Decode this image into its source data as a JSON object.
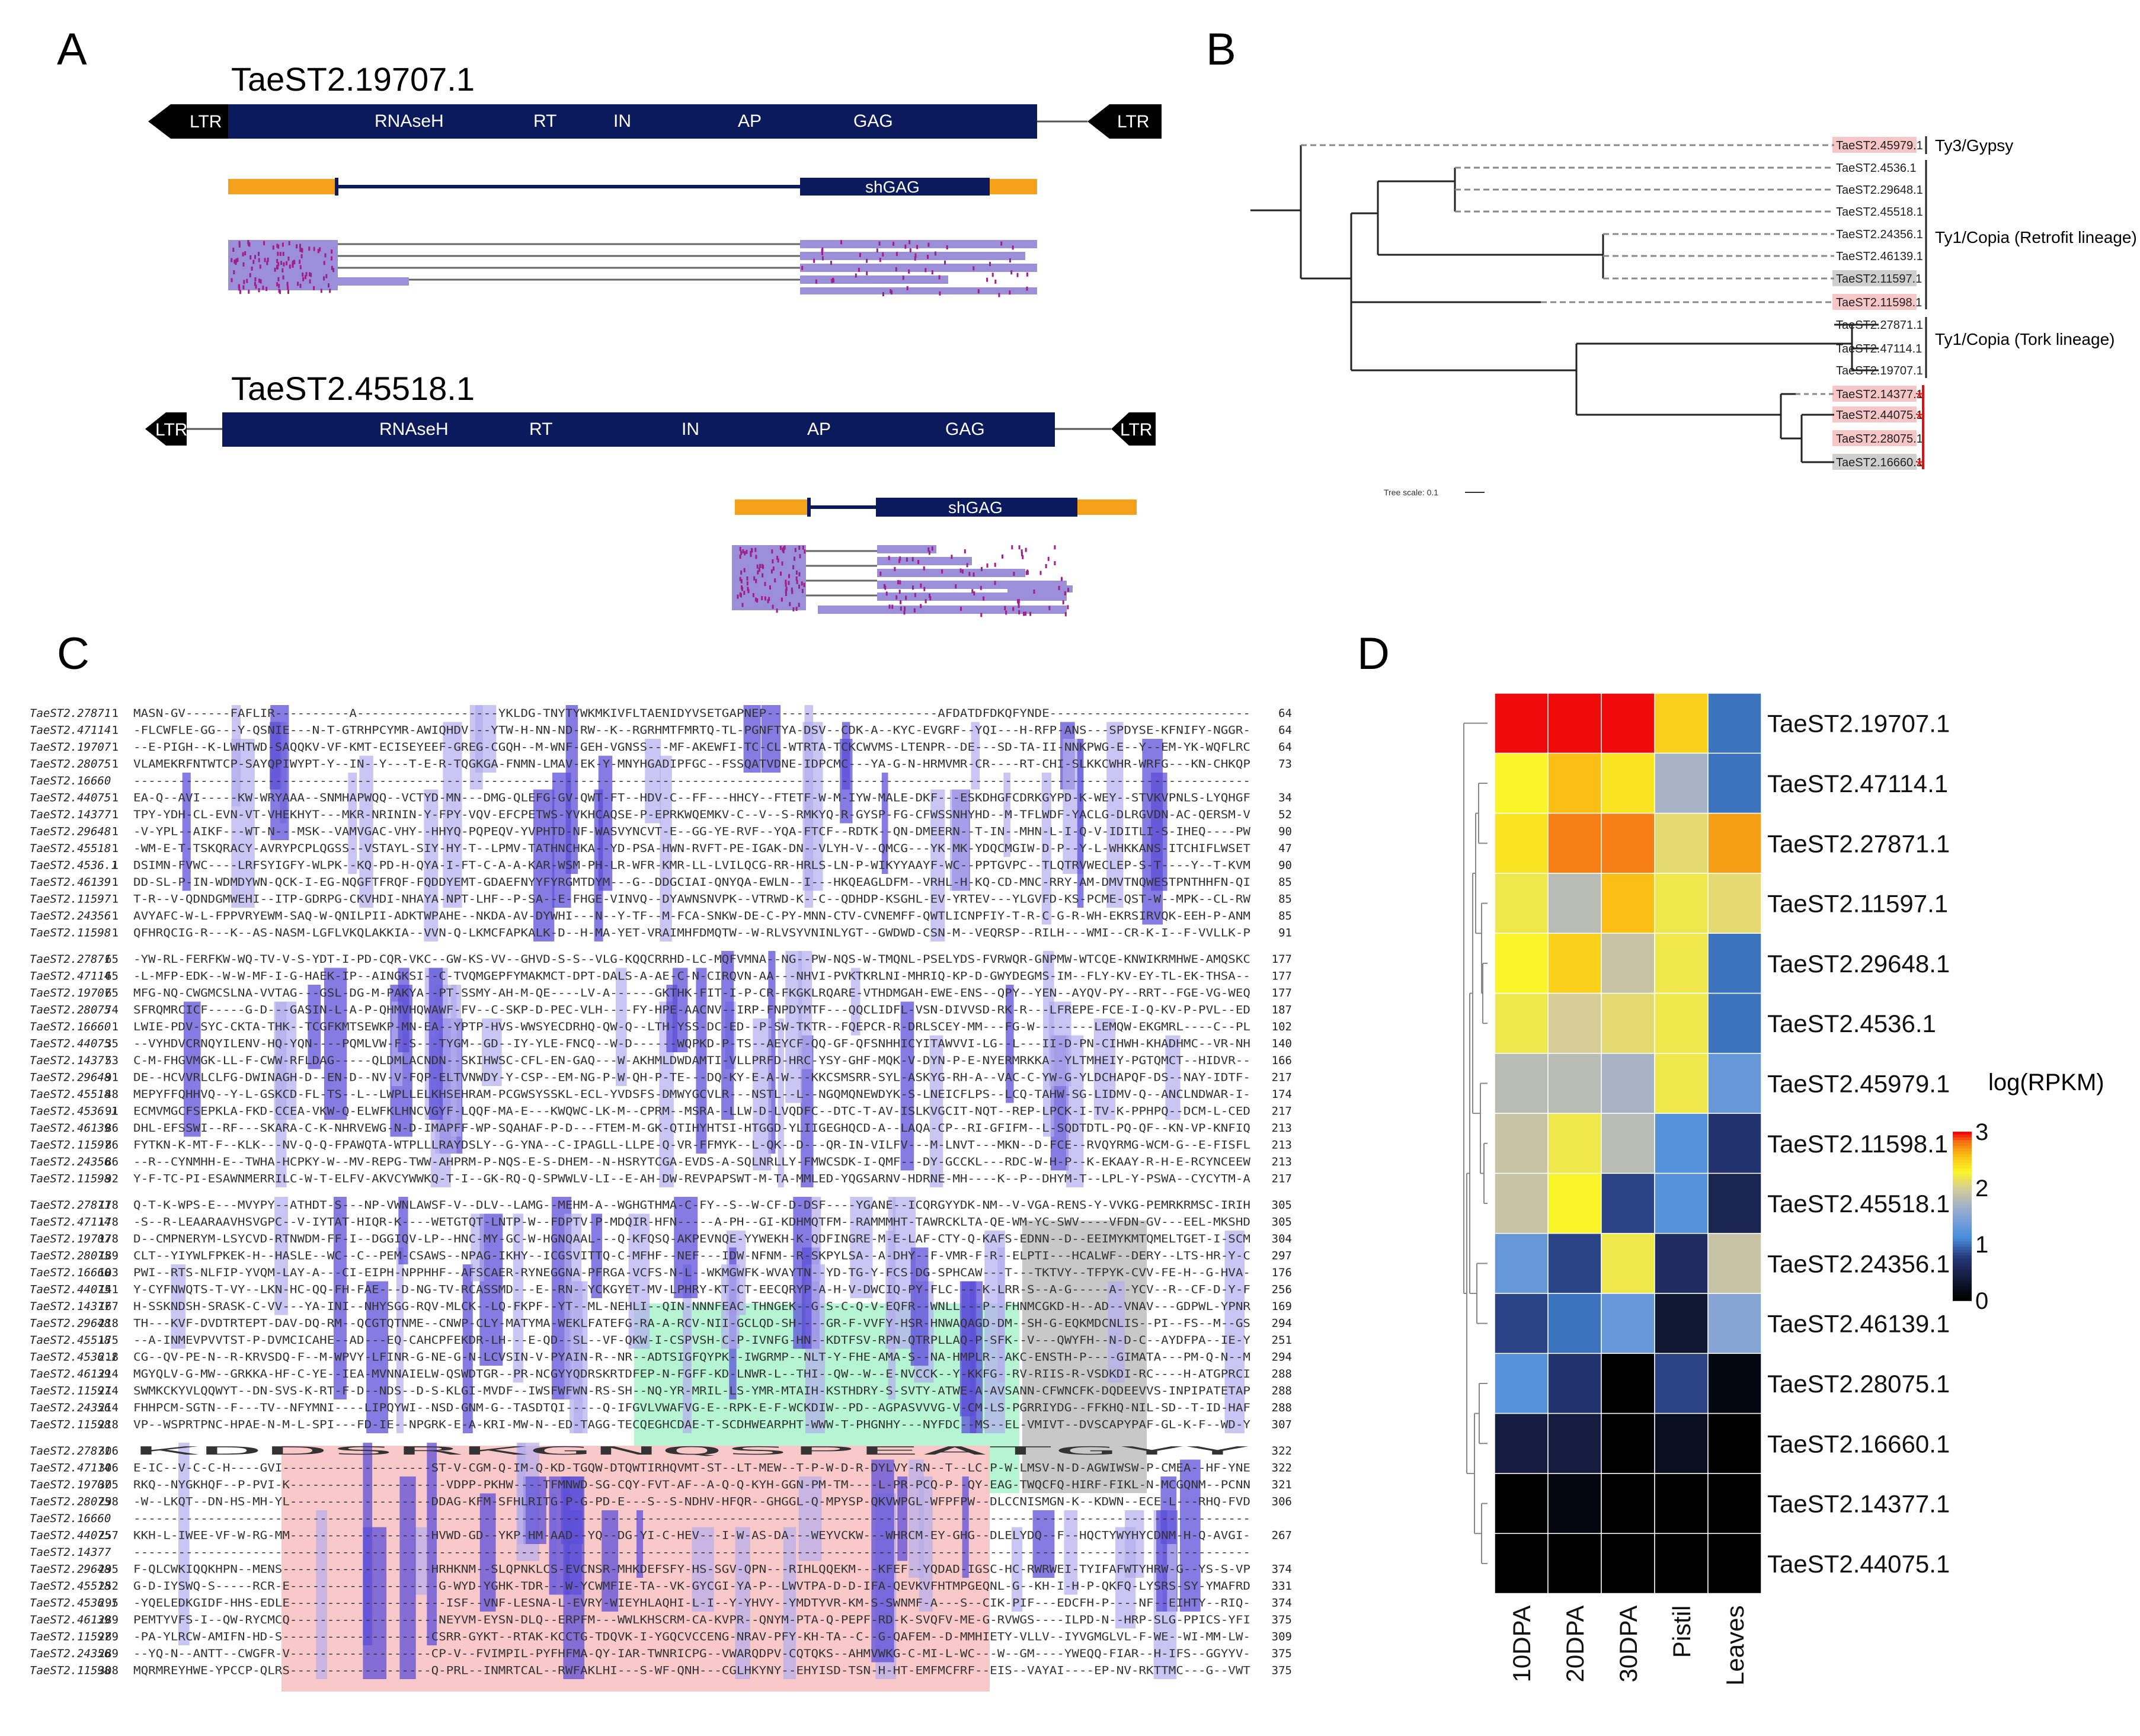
{
  "panel_labels": {
    "a": "A",
    "b": "B",
    "c": "C",
    "d": "D"
  },
  "panel_a": {
    "elements": [
      {
        "name": "TaeST2.19707.1",
        "ltr_left": "LTR",
        "ltr_right": "LTR",
        "domains": [
          "RNAseH",
          "RT",
          "IN",
          "AP",
          "GAG"
        ],
        "short_transcript_label": "shGAG"
      },
      {
        "name": "TaeST2.45518.1",
        "ltr_left": "LTR",
        "ltr_right": "LTR",
        "domains": [
          "RNAseH",
          "RT",
          "IN",
          "AP",
          "GAG"
        ],
        "short_transcript_label": "shGAG"
      }
    ],
    "colors": {
      "element_body": "#0b1a5c",
      "utr": "#f5a01a",
      "reads": "#9a8fd8",
      "read_marks": "#a0208a"
    }
  },
  "panel_b": {
    "tree_scale": "Tree scale: 0.1",
    "leaves": [
      {
        "name": "TaeST2.45979.1",
        "highlight": "pink",
        "star": false
      },
      {
        "name": "TaeST2.4536.1",
        "highlight": "none",
        "star": false
      },
      {
        "name": "TaeST2.29648.1",
        "highlight": "none",
        "star": false
      },
      {
        "name": "TaeST2.45518.1",
        "highlight": "none",
        "star": false
      },
      {
        "name": "TaeST2.24356.1",
        "highlight": "none",
        "star": false
      },
      {
        "name": "TaeST2.46139.1",
        "highlight": "none",
        "star": false
      },
      {
        "name": "TaeST2.11597.1",
        "highlight": "grey",
        "star": false
      },
      {
        "name": "TaeST2.11598.1",
        "highlight": "pink",
        "star": false
      },
      {
        "name": "TaeST2.27871.1",
        "highlight": "none",
        "star": false
      },
      {
        "name": "TaeST2.47114.1",
        "highlight": "none",
        "star": false
      },
      {
        "name": "TaeST2.19707.1",
        "highlight": "none",
        "star": false
      },
      {
        "name": "TaeST2.14377.1",
        "highlight": "pink",
        "star": true
      },
      {
        "name": "TaeST2.44075.1",
        "highlight": "pink",
        "star": true
      },
      {
        "name": "TaeST2.28075.1",
        "highlight": "pink",
        "star": false
      },
      {
        "name": "TaeST2.16660.1",
        "highlight": "grey",
        "star": true
      }
    ],
    "clades": [
      "Ty3/Gypsy",
      "Ty1/Copia (Retrofit lineage)",
      "Ty1/Copia (Tork lineage)"
    ],
    "star_symbol": "*"
  },
  "panel_c": {
    "block1": {
      "names": [
        "TaeST2.27871",
        "TaeST2.47114",
        "TaeST2.19707",
        "TaeST2.28075",
        "TaeST2.16660",
        "TaeST2.44075",
        "TaeST2.14377",
        "TaeST2.29648",
        "TaeST2.45518",
        "TaeST2.4536.1",
        "TaeST2.46139",
        "TaeST2.11597",
        "TaeST2.24356",
        "TaeST2.11598"
      ],
      "starts": [
        "1",
        "1",
        "1",
        "1",
        "",
        "1",
        "1",
        "1",
        "1",
        "1",
        "1",
        "1",
        "1",
        "1"
      ],
      "ends": [
        "64",
        "64",
        "64",
        "73",
        "",
        "34",
        "52",
        "90",
        "47",
        "90",
        "85",
        "85",
        "85",
        "91"
      ]
    },
    "block2": {
      "names": [
        "TaeST2.27871",
        "TaeST2.47114",
        "TaeST2.19707",
        "TaeST2.28075",
        "TaeST2.16660",
        "TaeST2.44075",
        "TaeST2.14377",
        "TaeST2.29648",
        "TaeST2.45518",
        "TaeST2.4536.1",
        "TaeST2.46139",
        "TaeST2.11597",
        "TaeST2.24356",
        "TaeST2.11598"
      ],
      "starts": [
        "65",
        "65",
        "65",
        "74",
        "1",
        "35",
        "53",
        "91",
        "48",
        "91",
        "86",
        "86",
        "86",
        "92"
      ],
      "ends": [
        "177",
        "177",
        "177",
        "187",
        "102",
        "140",
        "166",
        "217",
        "174",
        "217",
        "213",
        "213",
        "213",
        "217"
      ]
    },
    "block3": {
      "names": [
        "TaeST2.27871",
        "TaeST2.47114",
        "TaeST2.19707",
        "TaeST2.28075",
        "TaeST2.16660",
        "TaeST2.44075",
        "TaeST2.14377",
        "TaeST2.29648",
        "TaeST2.45518",
        "TaeST2.4536.1",
        "TaeST2.46139",
        "TaeST2.11597",
        "TaeST2.24356",
        "TaeST2.11598"
      ],
      "starts": [
        "178",
        "178",
        "178",
        "189",
        "103",
        "141",
        "167",
        "218",
        "175",
        "218",
        "214",
        "214",
        "214",
        "218"
      ],
      "ends": [
        "305",
        "305",
        "304",
        "297",
        "176",
        "256",
        "169",
        "294",
        "251",
        "294",
        "288",
        "288",
        "288",
        "307"
      ]
    },
    "block4": {
      "names": [
        "TaeST2.27871",
        "TaeST2.47114",
        "TaeST2.19707",
        "TaeST2.28075",
        "TaeST2.16660",
        "TaeST2.44075",
        "TaeST2.14377",
        "TaeST2.29648",
        "TaeST2.45518",
        "TaeST2.4536.1",
        "TaeST2.46139",
        "TaeST2.11597",
        "TaeST2.24356",
        "TaeST2.11598"
      ],
      "starts": [
        "306",
        "306",
        "305",
        "298",
        "",
        "257",
        "",
        "295",
        "252",
        "295",
        "289",
        "289",
        "289",
        "308"
      ],
      "ends": [
        "322",
        "322",
        "321",
        "306",
        "",
        "267",
        "",
        "374",
        "331",
        "374",
        "375",
        "309",
        "375",
        "375"
      ]
    },
    "seq_samples": {
      "b1r1": "MASN-GV------FAFLIR----------A-------------------YKLDG-TNYTYWKMKIVFLTAENIDYVSETGAPNEP-----------------------AFDATDFDKQFYNDE--",
      "b4r1": "KDDSRKGNQSPEATGYY"
    },
    "box_colors": {
      "green": "#b5f5d3",
      "grey": "#c8c8c8",
      "pink": "#f9c9c9"
    }
  },
  "panel_d": {
    "rows": [
      "TaeST2.19707.1",
      "TaeST2.47114.1",
      "TaeST2.27871.1",
      "TaeST2.11597.1",
      "TaeST2.29648.1",
      "TaeST2.4536.1",
      "TaeST2.45979.1",
      "TaeST2.11598.1",
      "TaeST2.45518.1",
      "TaeST2.24356.1",
      "TaeST2.46139.1",
      "TaeST2.28075.1",
      "TaeST2.16660.1",
      "TaeST2.14377.1",
      "TaeST2.44075.1"
    ],
    "columns": [
      "10DPA",
      "20DPA",
      "30DPA",
      "Pistil",
      "Leaves"
    ],
    "legend_title": "log(RPKM)",
    "legend_ticks": [
      "3",
      "2",
      "1",
      "0"
    ]
  },
  "chart_data": {
    "type": "heatmap",
    "x_categories": [
      "10DPA",
      "20DPA",
      "30DPA",
      "Pistil",
      "Leaves"
    ],
    "y_categories": [
      "TaeST2.19707.1",
      "TaeST2.47114.1",
      "TaeST2.27871.1",
      "TaeST2.11597.1",
      "TaeST2.29648.1",
      "TaeST2.4536.1",
      "TaeST2.45979.1",
      "TaeST2.11598.1",
      "TaeST2.45518.1",
      "TaeST2.24356.1",
      "TaeST2.46139.1",
      "TaeST2.28075.1",
      "TaeST2.16660.1",
      "TaeST2.14377.1",
      "TaeST2.44075.1"
    ],
    "values": [
      [
        3.0,
        3.0,
        3.0,
        2.5,
        1.0
      ],
      [
        2.3,
        2.6,
        2.4,
        1.7,
        1.0
      ],
      [
        2.4,
        2.8,
        2.8,
        2.1,
        2.7
      ],
      [
        2.2,
        1.8,
        2.6,
        2.2,
        2.1
      ],
      [
        2.3,
        2.5,
        1.9,
        2.2,
        1.0
      ],
      [
        2.2,
        2.0,
        2.1,
        2.2,
        1.0
      ],
      [
        1.8,
        1.8,
        1.7,
        2.2,
        1.3
      ],
      [
        1.9,
        2.2,
        1.8,
        1.2,
        0.7
      ],
      [
        1.9,
        2.3,
        0.8,
        1.2,
        0.5
      ],
      [
        1.3,
        0.8,
        2.2,
        0.6,
        1.9
      ],
      [
        0.8,
        1.0,
        1.3,
        0.3,
        1.5
      ],
      [
        1.2,
        0.7,
        0.0,
        0.8,
        0.1
      ],
      [
        0.4,
        0.4,
        0.0,
        0.2,
        0.0
      ],
      [
        0.0,
        0.1,
        0.0,
        0.0,
        0.0
      ],
      [
        0.0,
        0.0,
        0.0,
        0.0,
        0.0
      ]
    ],
    "color_range": [
      0,
      3
    ],
    "legend_title": "log(RPKM)"
  }
}
